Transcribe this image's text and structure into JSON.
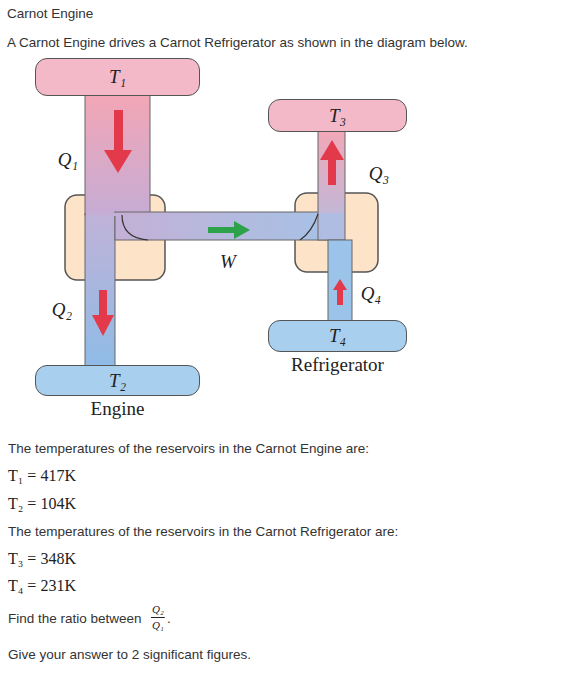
{
  "diagram": {
    "title": "Carnot Engine",
    "nodes": [
      {
        "text": [
          "T₁"
        ]
      },
      {
        "text": [
          "T₃"
        ]
      },
      {
        "text": [
          "T₄",
          "Refrigerator"
        ]
      },
      {
        "text": [
          "T₂",
          "Engine"
        ]
      }
    ],
    "labels": [
      "A Carnot Engine drives a Carnot Refrigerator as shown in the diagram below.",
      "Q₁",
      "Q₃",
      "W",
      "Q₂",
      "Q₄",
      "The temperatures of the reservoirs in the Carnot Engine are:",
      "T₁ = 417K",
      "T₂ = 104K",
      "The temperatures of the reservoirs in the Carnot Refrigerator are:",
      "T₃ = 348K",
      "T₄ = 231K",
      "Find the ratio between",
      "Q₂",
      "Q₁",
      ".",
      "Give your answer to 2 significant figures."
    ]
  }
}
